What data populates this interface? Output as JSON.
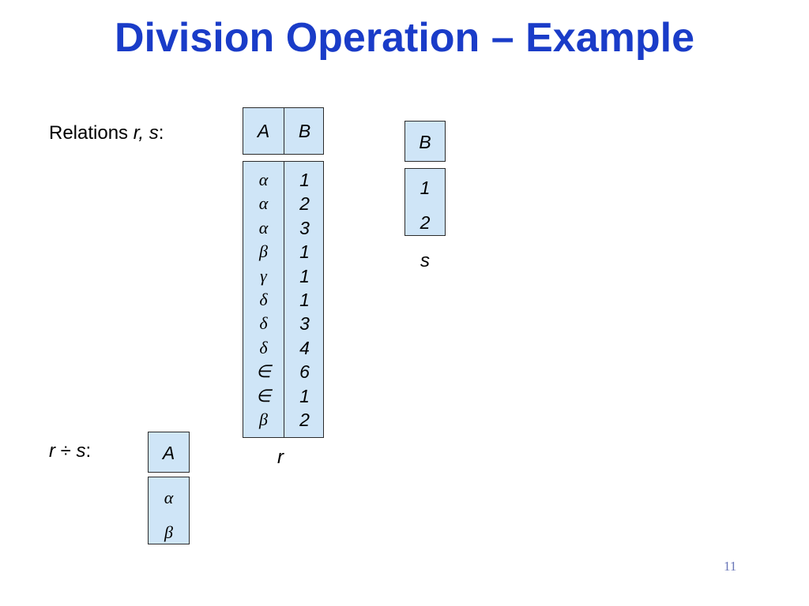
{
  "title": "Division Operation – Example",
  "captions": {
    "relations_prefix": "Relations ",
    "relations_vars": "r, s",
    "relations_suffix": ":",
    "division_r": "r",
    "division_op": " ÷ ",
    "division_s": "s",
    "division_suffix": ":"
  },
  "relation_r": {
    "name": "r",
    "headers": [
      "A",
      "B"
    ],
    "col_a": [
      "α",
      "α",
      "α",
      "β",
      "γ",
      "δ",
      "δ",
      "δ",
      "∈",
      "∈",
      "β"
    ],
    "col_b": [
      "1",
      "2",
      "3",
      "1",
      "1",
      "1",
      "3",
      "4",
      "6",
      "1",
      "2"
    ]
  },
  "relation_s": {
    "name": "s",
    "headers": [
      "B"
    ],
    "col_b": [
      "1",
      "2"
    ]
  },
  "result": {
    "headers": [
      "A"
    ],
    "col_a": [
      "α",
      "β"
    ]
  },
  "page_number": "11"
}
